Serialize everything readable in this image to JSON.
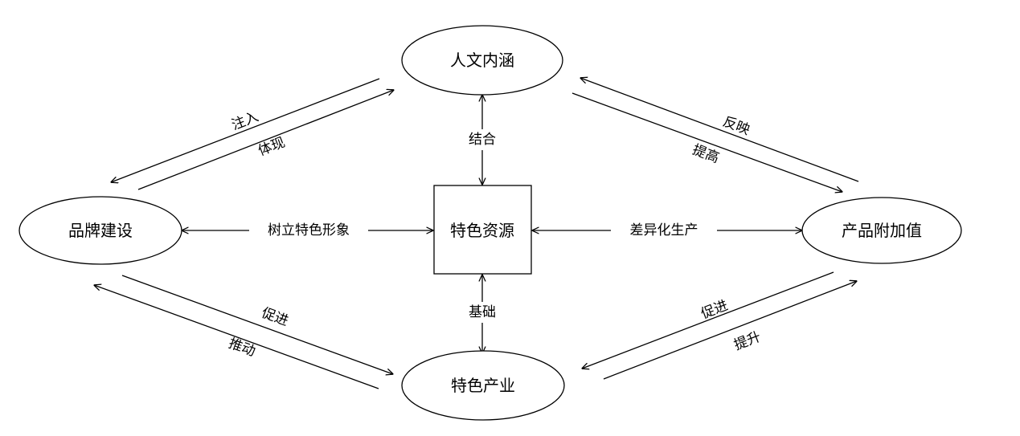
{
  "nodes": {
    "center": "特色资源",
    "top": "人文内涵",
    "left": "品牌建设",
    "right": "产品附加值",
    "bottom": "特色产业"
  },
  "edges": {
    "center_top": "结合",
    "center_bottom": "基础",
    "center_left": "树立特色形象",
    "center_right": "差异化生产",
    "top_left_upper": "注入",
    "top_left_lower": "体现",
    "top_right_upper": "反映",
    "top_right_lower": "提高",
    "bottom_left_upper": "促进",
    "bottom_left_lower": "推动",
    "bottom_right_upper": "促进",
    "bottom_right_lower": "提升"
  }
}
